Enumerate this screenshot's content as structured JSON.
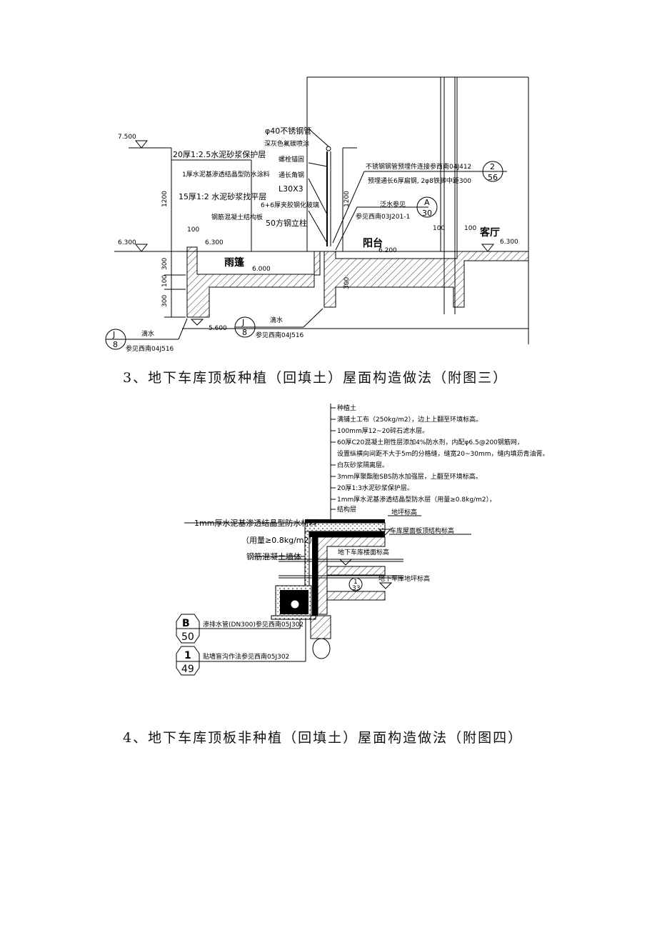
{
  "drawing1": {
    "levels": {
      "l7500": "7.500",
      "l6300": "6.300",
      "l6300b": "6.300",
      "l6000": "6.000",
      "l5600": "5.600",
      "l6200": "6.200",
      "l6300c": "6.300"
    },
    "dims": {
      "d1200": "1200",
      "d1200b": "1200",
      "d100": "100",
      "d300a": "300",
      "d100b": "100",
      "d300b": "300",
      "d300c": "300",
      "d100c": "100",
      "d100d": "100"
    },
    "layers_left": [
      "20厚1:2.5水泥砂浆保护层",
      "1厚水泥基渗透结晶型防水涂料",
      "15厚1:2 水泥砂浆找平层",
      "钢筋混凝土结构板"
    ],
    "railing": [
      "φ40不锈钢管",
      "深灰色氟碳喷涂",
      "螺栓锚固",
      "通长角钢",
      "L30X3",
      "6+6厚夹胶钢化玻璃",
      "50方钢立柱"
    ],
    "embed_note_1": "不锈钢钢管预埋件连接参西南04J412",
    "embed_note_2": "预埋通长6厚扁钢, 2φ8铁脚中距300",
    "ref_2_56": {
      "top": "2",
      "bottom": "56"
    },
    "flashing_1": "泛水参见",
    "flashing_2": "参见西南03J201-1",
    "ref_a_30": {
      "top": "A",
      "bottom": "30"
    },
    "canopy": "雨篷",
    "balcony": "阳台",
    "living_room": "客厅",
    "drip_1": "滴水",
    "drip_ref_1": "参见西南04J516",
    "drip_2": "滴水",
    "drip_ref_2": "参见西南04J516",
    "ref_j8": {
      "top": "J",
      "bottom": "8"
    }
  },
  "caption_1": "3、地下车库顶板种植（回填土）屋面构造做法（附图三）",
  "drawing2": {
    "layers": [
      "种植土",
      "满铺土工布（250kg/m2），边上上翻至环境标高。",
      "100mm厚12~20碎石滤水层。",
      "60厚C20混凝土刚性层添加4%防水剂，内配φ6.5@200钢筋网，",
      "设置纵横向间距不大于5m的分格缝，缝宽20~30mm，缝内填沥青油膏。",
      "白灰砂浆隔离层。",
      "3mm厚聚酯胎SBS防水加强层，上翻至环境标高。",
      "20厚1:3水泥砂浆保护层。",
      "1mm厚水泥基渗透结晶型防水层（用量≥0.8kg/m2），",
      "结构层"
    ],
    "waterproof_1": "1mm厚水泥基渗透结晶型防水材料",
    "waterproof_2": "（用量≥0.8kg/m2）",
    "wall": "钢筋混凝土墙体",
    "ground_level": "地坪标高",
    "roof_level": "车库屋面板顶结构标高",
    "floor_level": "地下车库楼面标高",
    "garage_ground_level": "地下车库地坪标高",
    "ref_1_33": {
      "top": "1",
      "bottom": "33"
    },
    "ref_b_50": {
      "top": "B",
      "bottom": "50"
    },
    "ref_1_49": {
      "top": "1",
      "bottom": "49"
    },
    "drain_note": "渗排水管(DN300)参见西南05J302",
    "blind_ditch_note": "贴墙盲沟作法参见西南05J302"
  },
  "caption_2": "4、地下车库顶板非种植（回填土）屋面构造做法（附图四）"
}
